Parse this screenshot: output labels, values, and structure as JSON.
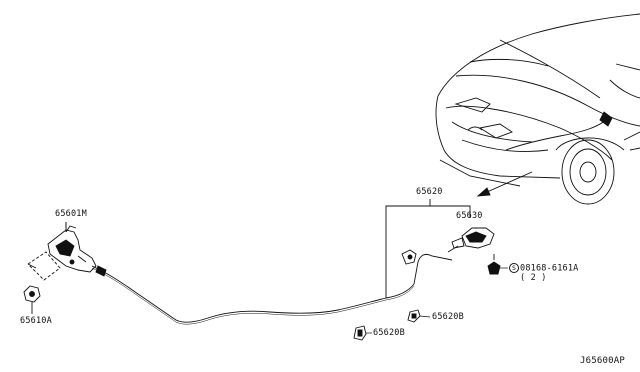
{
  "labels": {
    "part_65601M": "65601M",
    "part_65610A": "65610A",
    "part_65620": "65620",
    "part_65630": "65630",
    "part_65620B_left": "65620B",
    "part_65620B_right": "65620B",
    "bolt_symbol": "S",
    "part_bolt": "08168-6161A",
    "bolt_qty": "( 2 )",
    "diagram_id": "J65600AP"
  }
}
